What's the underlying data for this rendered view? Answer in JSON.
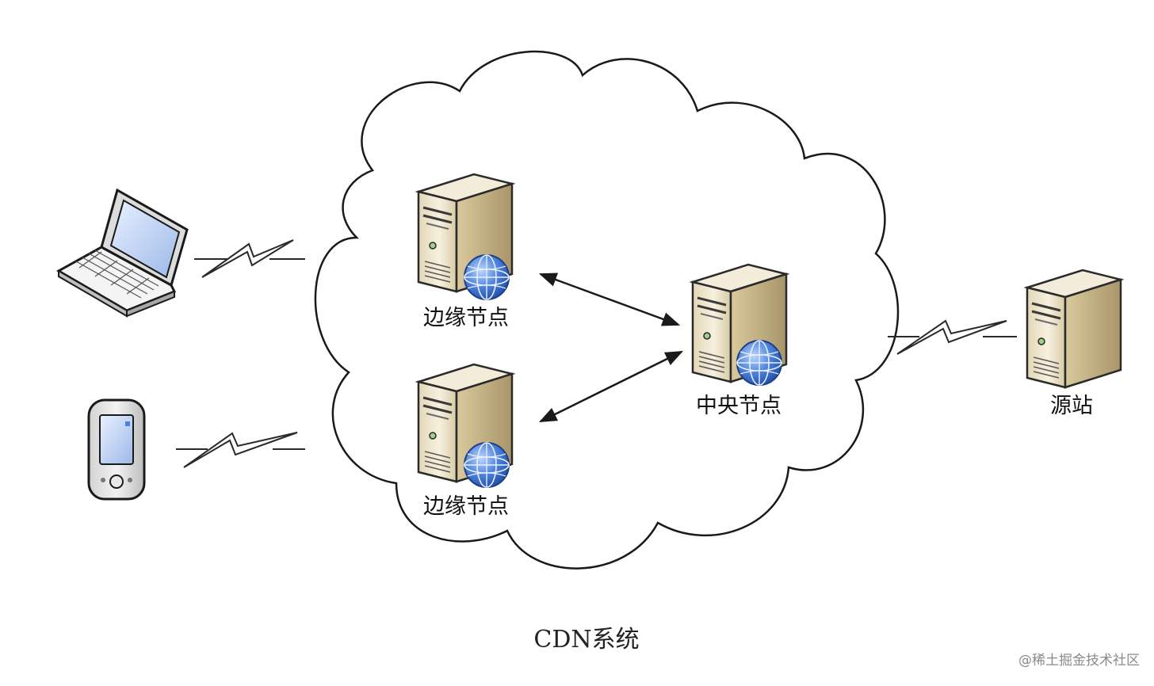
{
  "nodes": {
    "edge_top": "边缘节点",
    "edge_bottom": "边缘节点",
    "central": "中央节点",
    "origin": "源站"
  },
  "clients": {
    "laptop_icon": "laptop-icon",
    "phone_icon": "mobile-phone-icon"
  },
  "system_caption": "CDN系统",
  "watermark": "@稀土掘金技术社区",
  "colors": {
    "server_face": "#efe6cf",
    "server_side": "#c9b98f",
    "globe": "#3b6fd0",
    "line": "#1a1a1a"
  }
}
